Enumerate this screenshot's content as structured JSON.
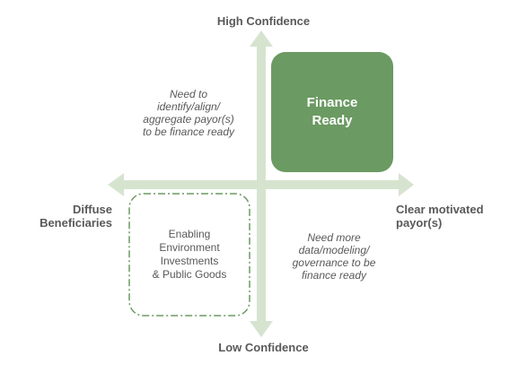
{
  "axes": {
    "top": "High Confidence",
    "bottom": "Low Confidence",
    "left": "Diffuse\nBeneficiaries",
    "right": "Clear motivated\npayor(s)"
  },
  "quadrants": {
    "top_left": "Need to\nidentify/align/\naggregate payor(s)\nto be finance ready",
    "top_right": "Finance\nReady",
    "bottom_left": "Enabling\nEnvironment\nInvestments\n& Public Goods",
    "bottom_right": "Need more\ndata/modeling/\ngovernance to be\nfinance ready"
  },
  "colors": {
    "axis": "#d6e4cf",
    "finance_fill": "#6b9a62",
    "dashed_border": "#6b9a62",
    "text": "#595959"
  }
}
